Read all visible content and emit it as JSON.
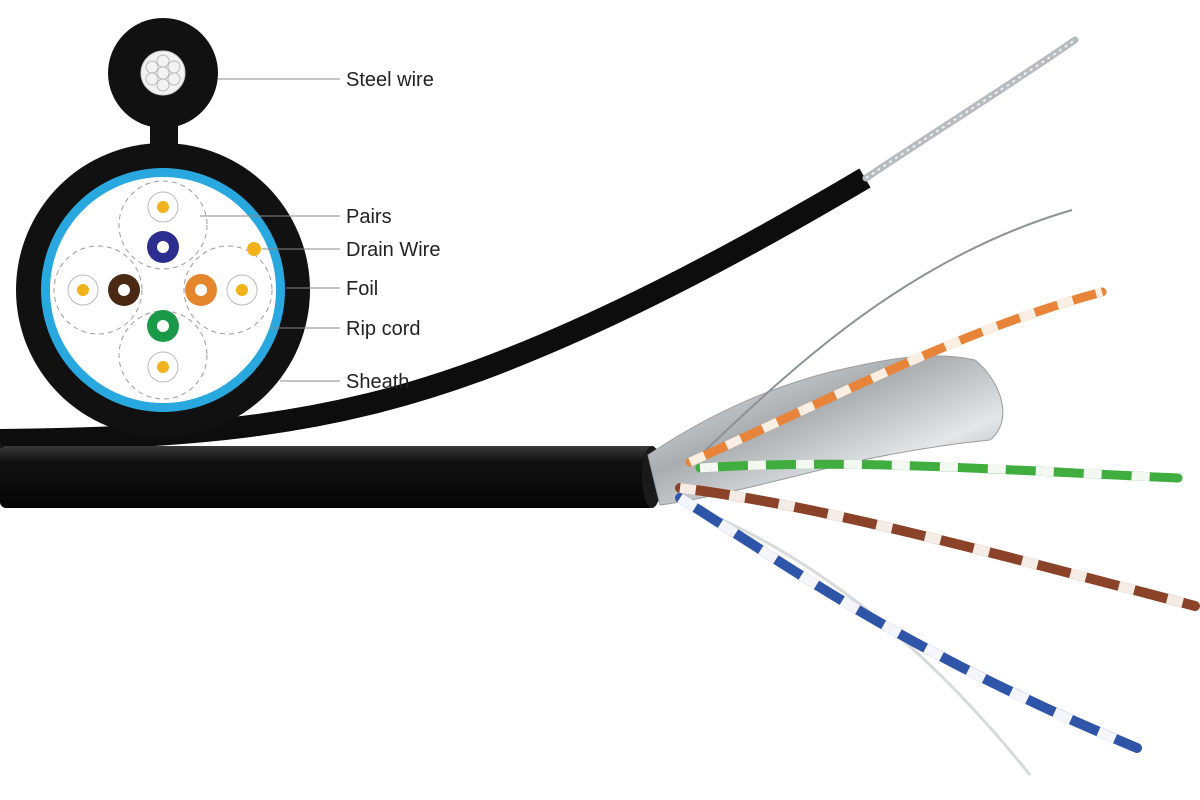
{
  "diagram": {
    "title": "Outdoor FTP cable with steel messenger wire",
    "labels": [
      {
        "id": "steel-wire",
        "text": "Steel wire"
      },
      {
        "id": "pairs",
        "text": "Pairs"
      },
      {
        "id": "drain-wire",
        "text": "Drain Wire"
      },
      {
        "id": "foil",
        "text": "Foil"
      },
      {
        "id": "rip-cord",
        "text": "Rip cord"
      },
      {
        "id": "sheath",
        "text": "Sheath"
      }
    ],
    "colors": {
      "sheath": "#111111",
      "foil_ring": "#29a8e0",
      "pair_blue": "#2b2e8f",
      "pair_brown": "#4a2a12",
      "pair_orange": "#e5862d",
      "pair_green": "#1a9a48",
      "conductor": "#f2b21b",
      "wire_blue": "#2f55a8",
      "wire_green": "#3fae3f",
      "wire_brown": "#8a4328",
      "wire_orange": "#e8843a",
      "foil_silver": "#c9ccce"
    }
  }
}
